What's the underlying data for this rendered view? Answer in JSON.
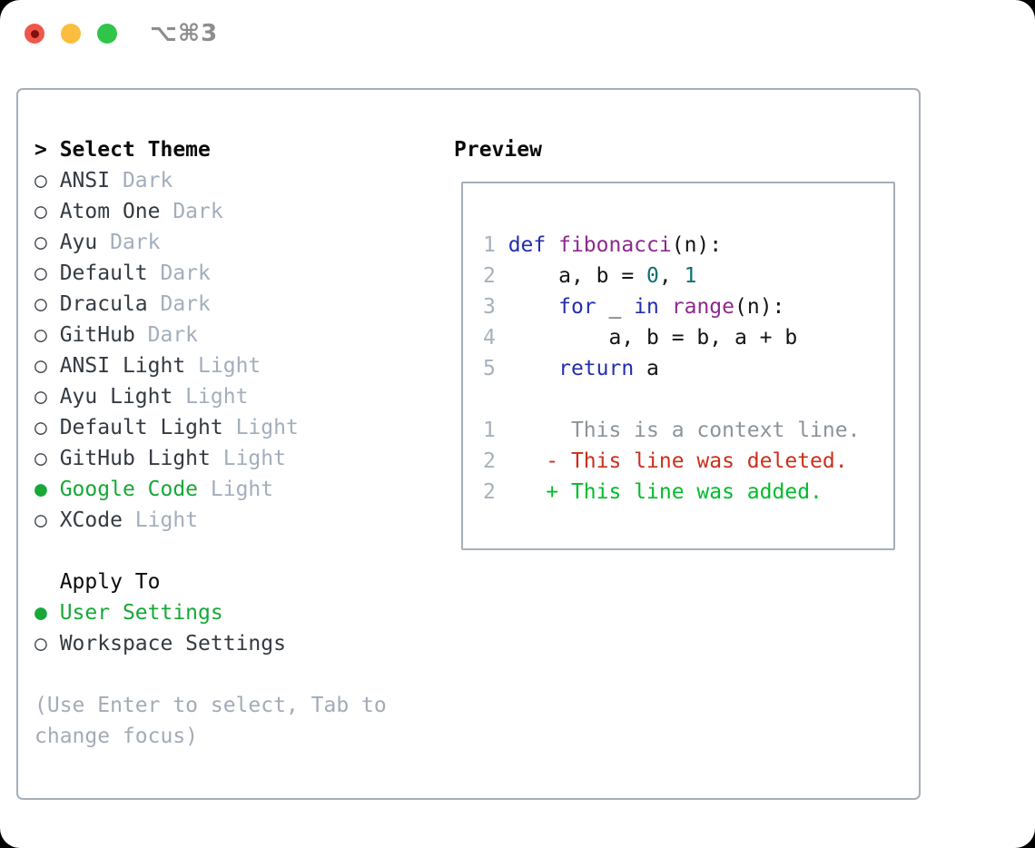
{
  "window": {
    "title": "⌥⌘3"
  },
  "colors": {
    "header": "#0a0a0a",
    "marker": "#3f444c",
    "theme_name": "#343a42",
    "variant": "#a3aebc",
    "selection_green": "#17a837",
    "hint": "#a3abb7",
    "lineno": "#a7b1bd",
    "kw": "#232eae",
    "fn": "#8d2a8d",
    "num": "#0c7070",
    "plain": "#141414",
    "ctx": "#8c939b",
    "del": "#cb2f1d",
    "add": "#00bd2a"
  },
  "sidebar": {
    "header": {
      "marker": ">",
      "label": "Select Theme"
    },
    "radio_unselected": "○",
    "radio_selected": "●",
    "themes": [
      {
        "name": "ANSI",
        "variant": "Dark",
        "selected": false
      },
      {
        "name": "Atom One",
        "variant": "Dark",
        "selected": false
      },
      {
        "name": "Ayu",
        "variant": "Dark",
        "selected": false
      },
      {
        "name": "Default",
        "variant": "Dark",
        "selected": false
      },
      {
        "name": "Dracula",
        "variant": "Dark",
        "selected": false
      },
      {
        "name": "GitHub",
        "variant": "Dark",
        "selected": false
      },
      {
        "name": "ANSI Light",
        "variant": "Light",
        "selected": false
      },
      {
        "name": "Ayu Light",
        "variant": "Light",
        "selected": false
      },
      {
        "name": "Default Light",
        "variant": "Light",
        "selected": false
      },
      {
        "name": "GitHub Light",
        "variant": "Light",
        "selected": false
      },
      {
        "name": "Google Code",
        "variant": "Light",
        "selected": true
      },
      {
        "name": "XCode",
        "variant": "Light",
        "selected": false
      }
    ],
    "apply": {
      "label": "Apply To",
      "options": [
        {
          "name": "User Settings",
          "selected": true
        },
        {
          "name": "Workspace Settings",
          "selected": false
        }
      ]
    },
    "hint_lines": [
      "(Use Enter to select, Tab to",
      "change focus)"
    ]
  },
  "preview": {
    "label": "Preview",
    "lines": [
      [
        [
          "1 ",
          "lineno"
        ],
        [
          "def ",
          "kw"
        ],
        [
          "fibonacci",
          "fn"
        ],
        [
          "(n):",
          "plain"
        ]
      ],
      [
        [
          "2 ",
          "lineno"
        ],
        [
          "    a, b = ",
          "plain"
        ],
        [
          "0",
          "num"
        ],
        [
          ", ",
          "plain"
        ],
        [
          "1",
          "num"
        ]
      ],
      [
        [
          "3 ",
          "lineno"
        ],
        [
          "    ",
          "plain"
        ],
        [
          "for",
          "kw"
        ],
        [
          " _ ",
          "plain"
        ],
        [
          "in",
          "kw"
        ],
        [
          " ",
          "plain"
        ],
        [
          "range",
          "fn"
        ],
        [
          "(n):",
          "plain"
        ]
      ],
      [
        [
          "4 ",
          "lineno"
        ],
        [
          "        a, b = b, a + b",
          "plain"
        ]
      ],
      [
        [
          "5 ",
          "lineno"
        ],
        [
          "    ",
          "plain"
        ],
        [
          "return",
          "kw"
        ],
        [
          " a",
          "plain"
        ]
      ],
      [],
      [
        [
          "1 ",
          "lineno"
        ],
        [
          "     This is a context line.",
          "ctx"
        ]
      ],
      [
        [
          "2 ",
          "lineno"
        ],
        [
          "   - This line was deleted.",
          "del"
        ]
      ],
      [
        [
          "2 ",
          "lineno"
        ],
        [
          "   + This line was added.",
          "add"
        ]
      ]
    ]
  }
}
